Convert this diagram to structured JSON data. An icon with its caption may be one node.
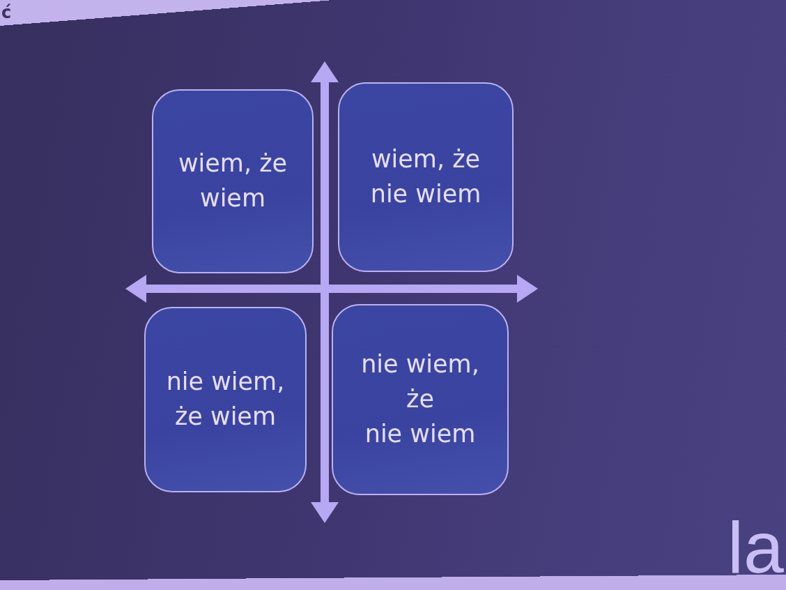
{
  "diagram": {
    "nodes": [
      {
        "text": [
          "wiem, że wiem"
        ]
      },
      {
        "text": [
          "wiem, że nie wiem"
        ]
      },
      {
        "text": [
          "nie wiem, że wiem"
        ]
      },
      {
        "text": [
          "nie wiem, że nie wiem"
        ]
      }
    ],
    "labels": [
      "ć",
      "la"
    ]
  }
}
